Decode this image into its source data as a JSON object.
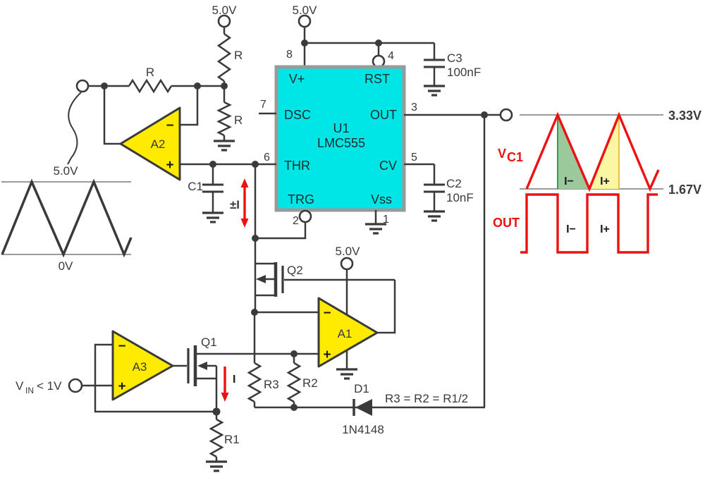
{
  "colors": {
    "ic_fill": "#00e6e6",
    "ic_border": "#9a9a9a",
    "opamp_fill": "#ffeb00",
    "wire": "#3a3a3a",
    "accent_red": "#ee1111",
    "guide_gray": "#9b9b9b",
    "shade_green_fill": "#9bc99b",
    "shade_green_edge": "#2aa05a",
    "shade_yellow_fill": "#faf6a2",
    "shade_yellow_edge": "#eebf3f"
  },
  "ic": {
    "ref": "U1",
    "part": "LMC555",
    "pins": {
      "p8": {
        "num": "8",
        "name": "V+"
      },
      "p4": {
        "num": "4",
        "name": "RST"
      },
      "p7": {
        "num": "7",
        "name": "DSC"
      },
      "p3": {
        "num": "3",
        "name": "OUT"
      },
      "p6": {
        "num": "6",
        "name": "THR"
      },
      "p5": {
        "num": "5",
        "name": "CV"
      },
      "p2": {
        "num": "2",
        "name": "TRG"
      },
      "p1": {
        "num": "1",
        "name": "Vss"
      }
    }
  },
  "opamps": {
    "a1": "A1",
    "a2": "A2",
    "a3": "A3",
    "minus": "−",
    "plus": "+"
  },
  "transistors": {
    "q1": "Q1",
    "q2": "Q2"
  },
  "resistors": {
    "r_top": "R",
    "r_feedback": "R",
    "r_lower": "R",
    "r1": "R1",
    "r2": "R2",
    "r3": "R3"
  },
  "capacitors": {
    "c1": "C1",
    "c2": "C2",
    "c2_val": "10nF",
    "c3": "C3",
    "c3_val": "100nF"
  },
  "diode": {
    "ref": "D1",
    "part": "1N4148"
  },
  "supply": {
    "v1": "5.0V",
    "v2": "5.0V",
    "v3": "5.0V"
  },
  "notes": {
    "formula": "R3 = R2 = R1/2",
    "pm_i": "±I",
    "i": "I",
    "vin_v": "V",
    "vin_sub": "IN",
    "vin_rest": "< 1V"
  },
  "wave_left": {
    "top": "5.0V",
    "bottom": "0V"
  },
  "wave_right": {
    "top": "3.33V",
    "bottom": "1.67V",
    "vc1_v": "V",
    "vc1_sub": "C1",
    "out": "OUT",
    "tri_i_minus": "I−",
    "tri_i_plus": "I+",
    "sq_i_minus": "I−",
    "sq_i_plus": "I+"
  }
}
